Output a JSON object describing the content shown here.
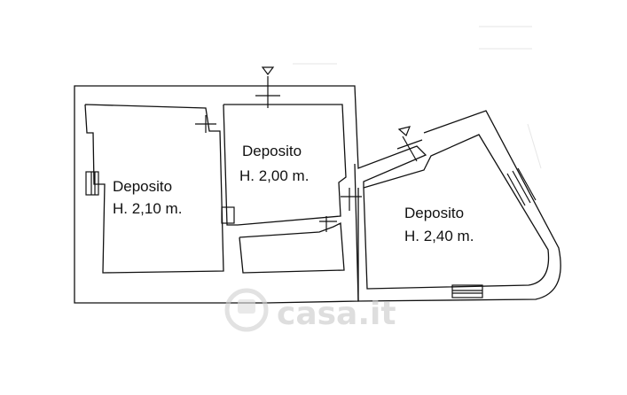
{
  "rooms": [
    {
      "name": "Deposito",
      "height": "H. 2,10 m."
    },
    {
      "name": "Deposito",
      "height": "H. 2,00 m."
    },
    {
      "name": "Deposito",
      "height": "H. 2,40 m."
    }
  ],
  "watermark": {
    "text": "casa.it"
  },
  "colors": {
    "wall_fill": "#ffffff",
    "wall_stroke": "#111111",
    "watermark": "#c9c9c9"
  }
}
